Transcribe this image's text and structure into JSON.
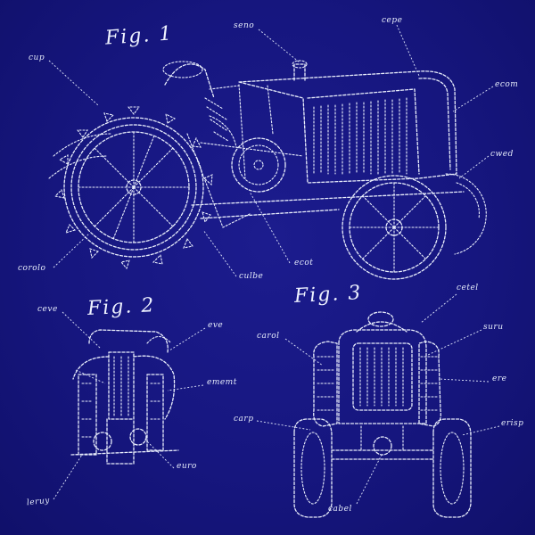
{
  "figures": {
    "fig1": "Fig. 1",
    "fig2": "Fig. 2",
    "fig3": "Fig. 3"
  },
  "fig1_labels": [
    "cup",
    "seno",
    "cepe",
    "ecom",
    "cwed",
    "corolo",
    "ecot",
    "culbe"
  ],
  "fig2_labels": [
    "ceve",
    "eve",
    "ememt",
    "euro",
    "leruy"
  ],
  "fig3_labels": [
    "cetel",
    "carol",
    "suru",
    "ere",
    "carp",
    "erisp",
    "cabel"
  ],
  "colors": {
    "background": "#16167f",
    "thread": "#e9eefc"
  }
}
